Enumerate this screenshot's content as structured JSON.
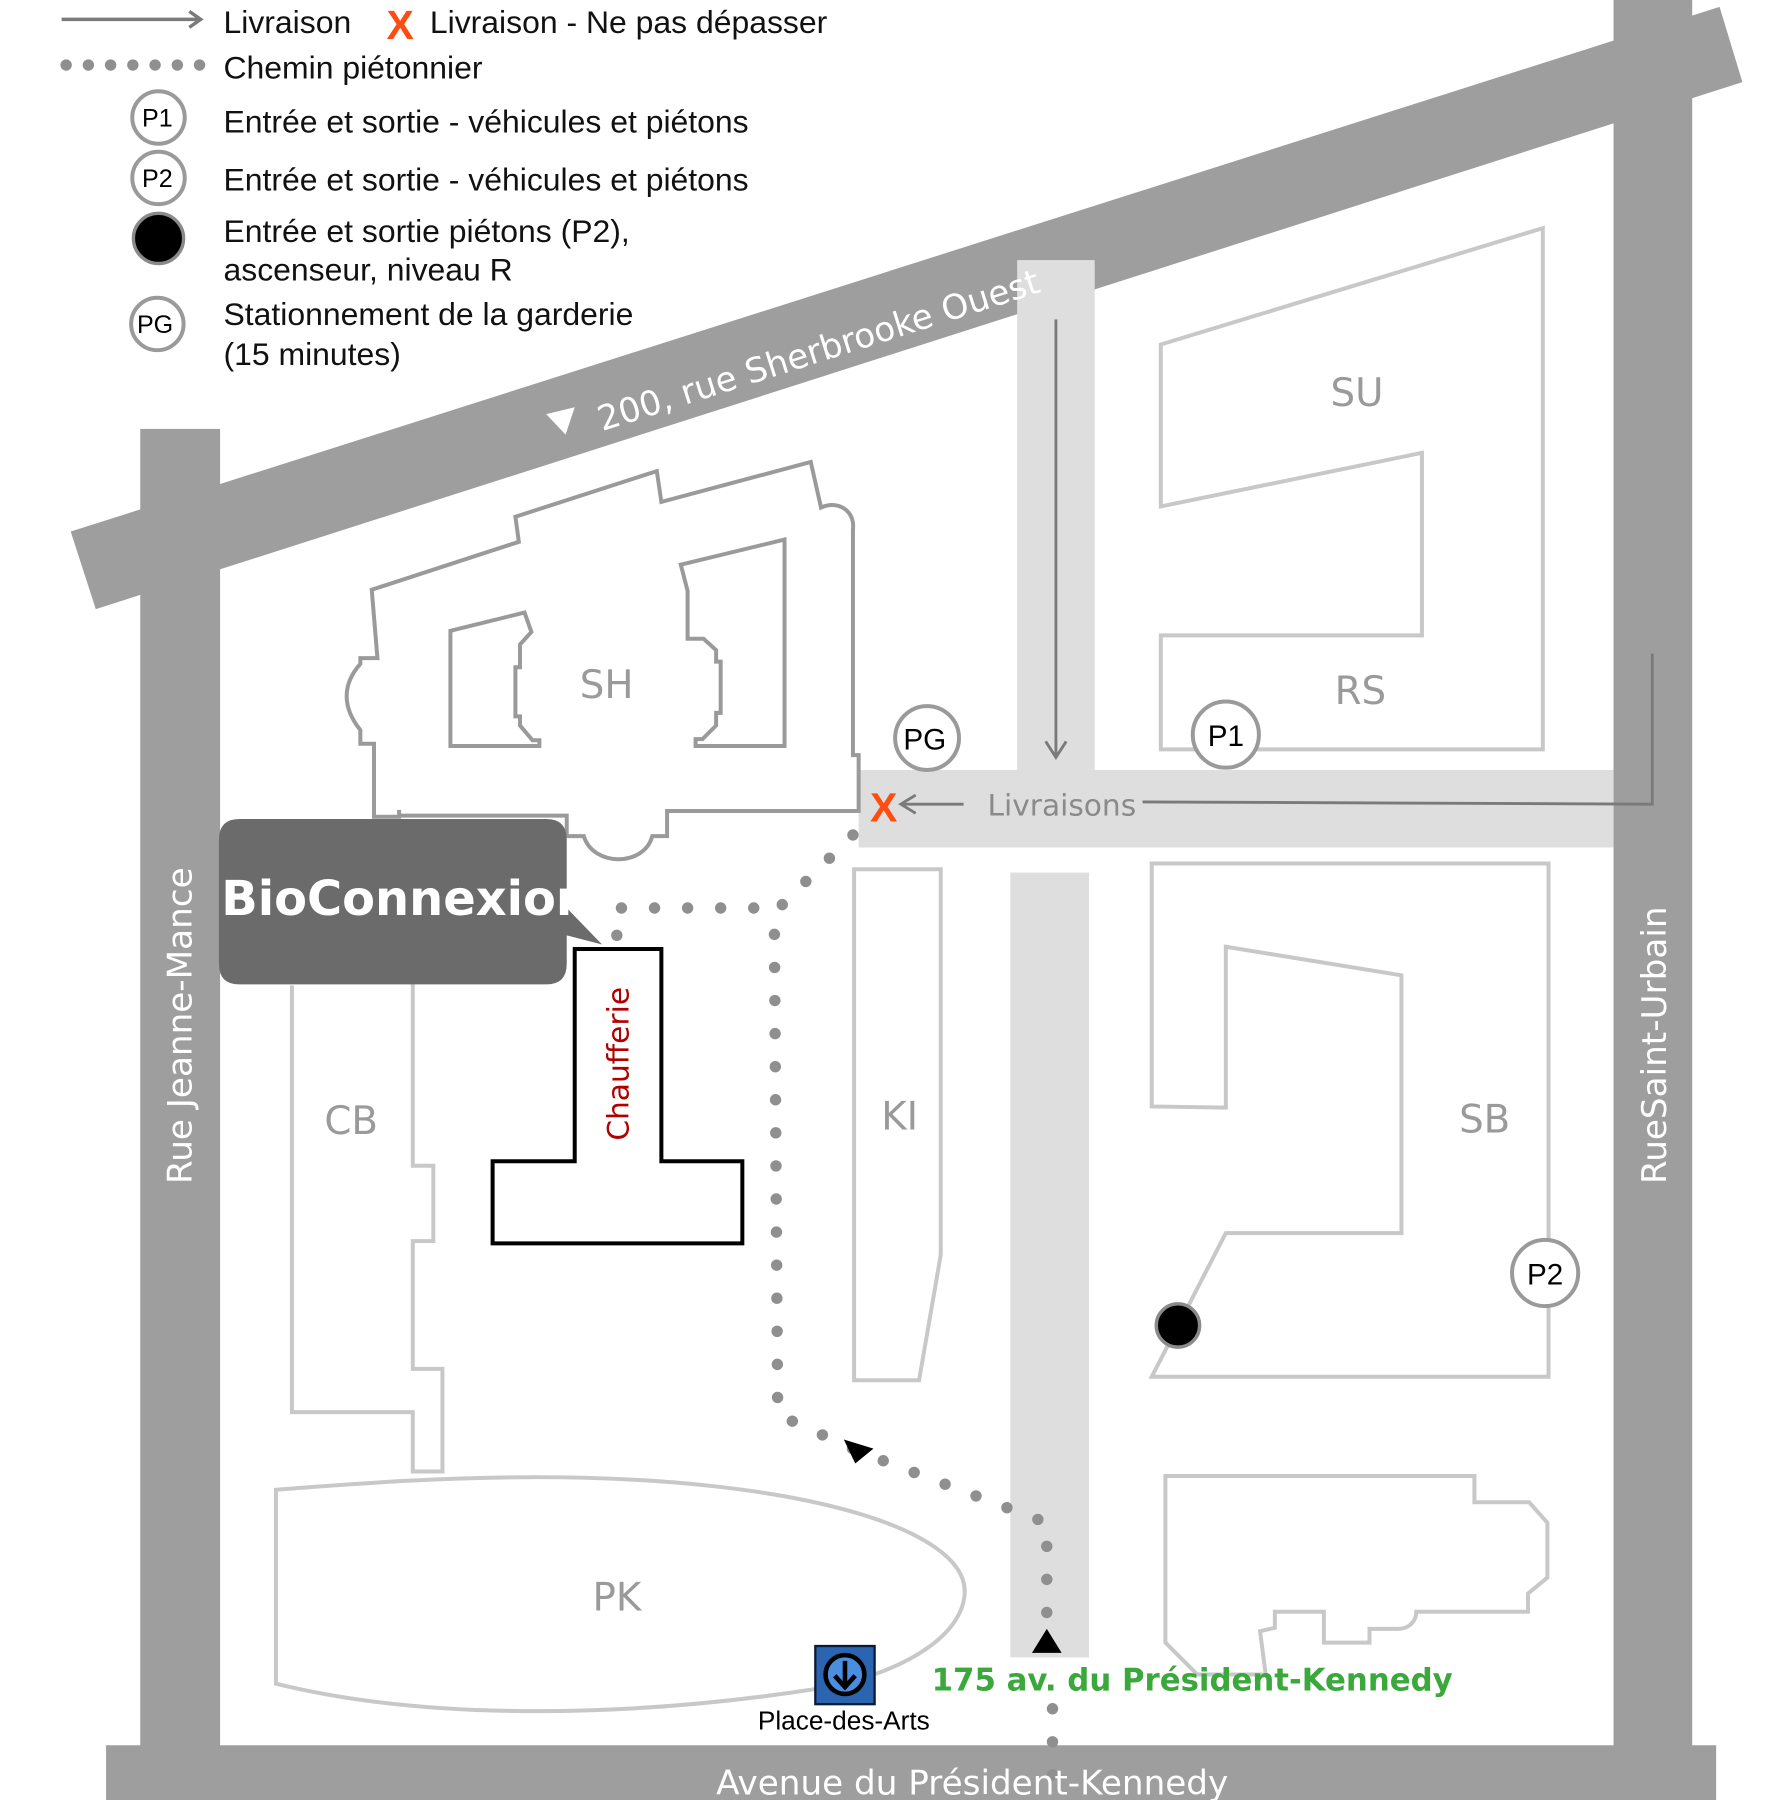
{
  "legend": {
    "delivery_label": "Livraison",
    "no_pass_label": "Livraison - Ne pas dépasser",
    "no_pass_symbol": "X",
    "footpath_label": "Chemin piétonnier",
    "p1": {
      "code": "P1",
      "label": "Entrée et sortie - véhicules et piétons"
    },
    "p2": {
      "code": "P2",
      "label": "Entrée et sortie - véhicules et piétons"
    },
    "pedestrian_entry": {
      "line1": "Entrée et sortie piétons (P2),",
      "line2": "ascenseur, niveau R"
    },
    "pg": {
      "code": "PG",
      "line1": "Stationnement de la garderie",
      "line2": "(15 minutes)"
    }
  },
  "streets": {
    "sherbrooke": "200, rue Sherbrooke Ouest",
    "jeanne_mance": "Rue Jeanne-Mance",
    "saint_urbain": "RueSaint-Urbain",
    "president_kennedy": "Avenue du Président-Kennedy"
  },
  "buildings": {
    "sh": "SH",
    "su": "SU",
    "rs": "RS",
    "cb": "CB",
    "ki": "KI",
    "sb": "SB",
    "pk": "PK"
  },
  "markers": {
    "pg": "PG",
    "p1": "P1",
    "p2": "P2",
    "no_pass": "X",
    "deliveries": "Livraisons"
  },
  "callout": {
    "title": "BioConnexion",
    "boiler_room": "Chaufferie"
  },
  "address": "175 av. du Président-Kennedy",
  "metro": {
    "station": "Place-des-Arts",
    "icon": "metro-icon"
  },
  "colors": {
    "street": "#9e9e9e",
    "lane": "#dedede",
    "callout": "#6b6b6b",
    "no_pass": "#ff4d12",
    "address": "#3aa83a",
    "boiler_room": "#b00000",
    "metro": "#2b64b0"
  }
}
